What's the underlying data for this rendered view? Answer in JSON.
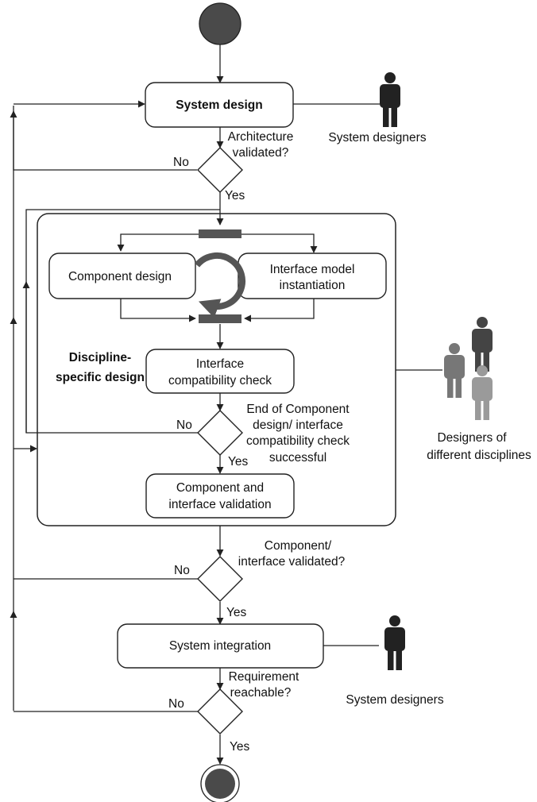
{
  "colors": {
    "line": "#222222",
    "node_fill": "#4a4a4a",
    "bar_fill": "#555555",
    "person_dark": "#222222",
    "person_mid": "#444444",
    "person_light": "#777777",
    "person_lightest": "#9a9a9a",
    "cycle_arrow": "#555555"
  },
  "activities": {
    "system_design": "System design",
    "component_design": "Component design",
    "interface_model_line1": "Interface model",
    "interface_model_line2": "instantiation",
    "compat_check_line1": "Interface",
    "compat_check_line2": "compatibility check",
    "comp_validation_line1": "Component and",
    "comp_validation_line2": "interface validation",
    "system_integration": "System integration"
  },
  "group": {
    "label_line1": "Discipline-",
    "label_line2": "specific design"
  },
  "decisions": {
    "architecture_line1": "Architecture",
    "architecture_line2": "validated?",
    "end_component_line1": "End of Component",
    "end_component_line2": "design/ interface",
    "end_component_line3": "compatibility check",
    "end_component_line4": "successful",
    "component_validated_line1": "Component/",
    "component_validated_line2": "interface validated?",
    "requirement_line1": "Requirement",
    "requirement_line2": "reachable?"
  },
  "guards": {
    "yes": "Yes",
    "no": "No"
  },
  "actors": {
    "system_designers_top": "System designers",
    "designers_line1": "Designers of",
    "designers_line2": "different disciplines",
    "system_designers_bottom": "System designers"
  },
  "icons": {
    "person": "person-icon",
    "cycle": "cycle-arrow-icon"
  }
}
